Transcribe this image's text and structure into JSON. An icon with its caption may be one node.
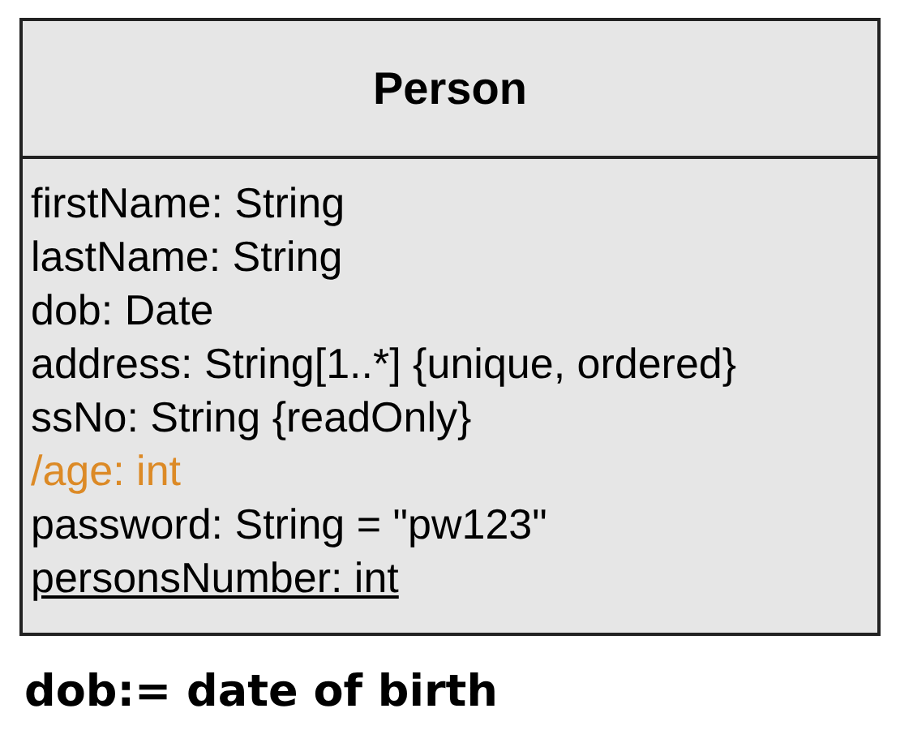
{
  "diagram": {
    "nodes": [
      {
        "text": [
          "Person",
          "firstName: String",
          "lastName: String",
          "dob: Date",
          "address: String[1..*] {unique, ordered}",
          "ssNo: String {readOnly}",
          "/age: int",
          "password: String = \"pw123\"",
          "personsNumber: int"
        ]
      }
    ],
    "caption": "dob:= date of birth"
  }
}
